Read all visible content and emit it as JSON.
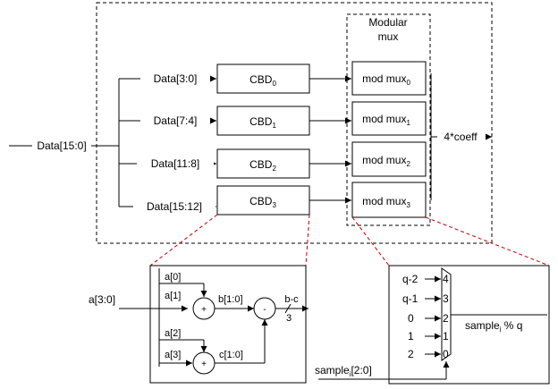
{
  "input": {
    "label": "Data[15:0]"
  },
  "branches": [
    "Data[3:0]",
    "Data[7:4]",
    "Data[11:8]",
    "Data[15:12]"
  ],
  "cbd": [
    {
      "base": "CBD",
      "sub": "0"
    },
    {
      "base": "CBD",
      "sub": "1"
    },
    {
      "base": "CBD",
      "sub": "2"
    },
    {
      "base": "CBD",
      "sub": "3"
    }
  ],
  "modular_mux": {
    "title_line1": "Modular",
    "title_line2": "mux",
    "items": [
      {
        "base": "mod mux",
        "sub": "0"
      },
      {
        "base": "mod mux",
        "sub": "1"
      },
      {
        "base": "mod mux",
        "sub": "2"
      },
      {
        "base": "mod mux",
        "sub": "3"
      }
    ]
  },
  "output": {
    "label": "4*coeff"
  },
  "cbd_detail": {
    "input_label": "a[3:0]",
    "a0": "a[0]",
    "a1": "a[1]",
    "a2": "a[2]",
    "a3": "a[3]",
    "plus": "+",
    "minus": "-",
    "b_label": "b[1:0]",
    "c_label": "c[1:0]",
    "out_label": "b-c",
    "out_width": "3"
  },
  "mux_detail": {
    "inputs": [
      {
        "value": "q-2",
        "index": "4"
      },
      {
        "value": "q-1",
        "index": "3"
      },
      {
        "value": "0",
        "index": "2"
      },
      {
        "value": "1",
        "index": "1"
      },
      {
        "value": "2",
        "index": "0"
      }
    ],
    "select_label": {
      "base": "sample",
      "sub": "i",
      "rest": "[2:0]"
    },
    "output_label": {
      "base": "sample",
      "sub": "i",
      "rest": " % q"
    }
  }
}
